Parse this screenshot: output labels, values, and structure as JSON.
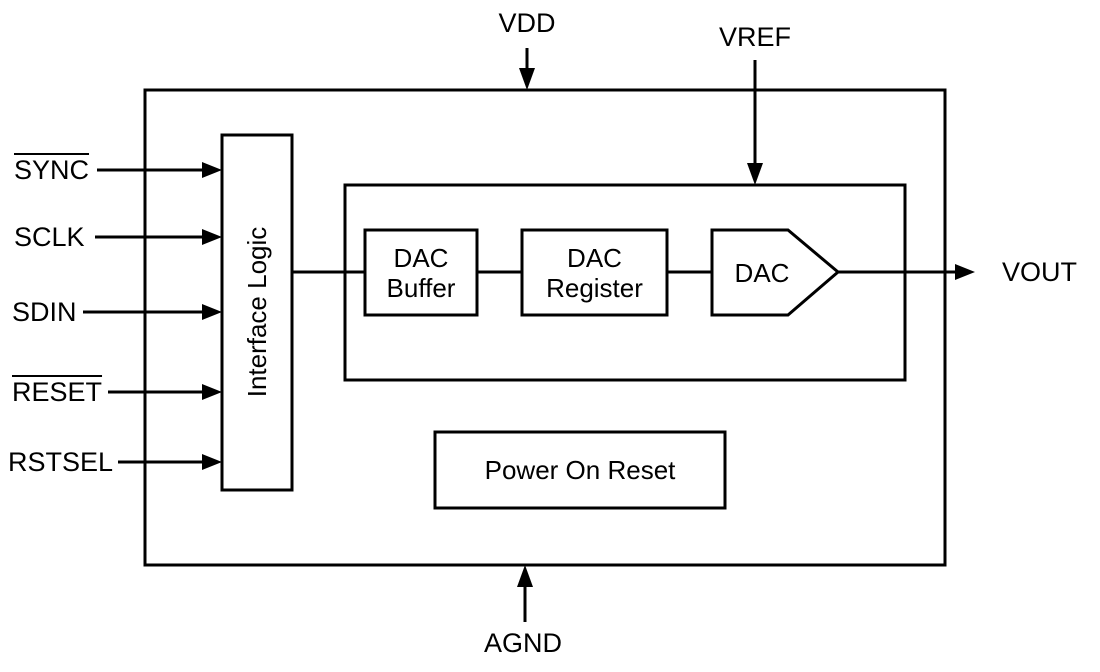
{
  "diagram": {
    "pins_left": [
      {
        "label": "SYNC",
        "active_low": true
      },
      {
        "label": "SCLK",
        "active_low": false
      },
      {
        "label": "SDIN",
        "active_low": false
      },
      {
        "label": "RESET",
        "active_low": true
      },
      {
        "label": "RSTSEL",
        "active_low": false
      }
    ],
    "pins_top": [
      {
        "label": "VDD"
      },
      {
        "label": "VREF"
      }
    ],
    "pins_right": [
      {
        "label": "VOUT"
      }
    ],
    "pins_bottom": [
      {
        "label": "AGND"
      }
    ],
    "blocks": {
      "interface_logic": "Interface Logic",
      "dac_buffer_line1": "DAC",
      "dac_buffer_line2": "Buffer",
      "dac_register_line1": "DAC",
      "dac_register_line2": "Register",
      "dac": "DAC",
      "power_on_reset": "Power On Reset"
    },
    "colors": {
      "line": "#000000",
      "background": "#ffffff"
    }
  }
}
